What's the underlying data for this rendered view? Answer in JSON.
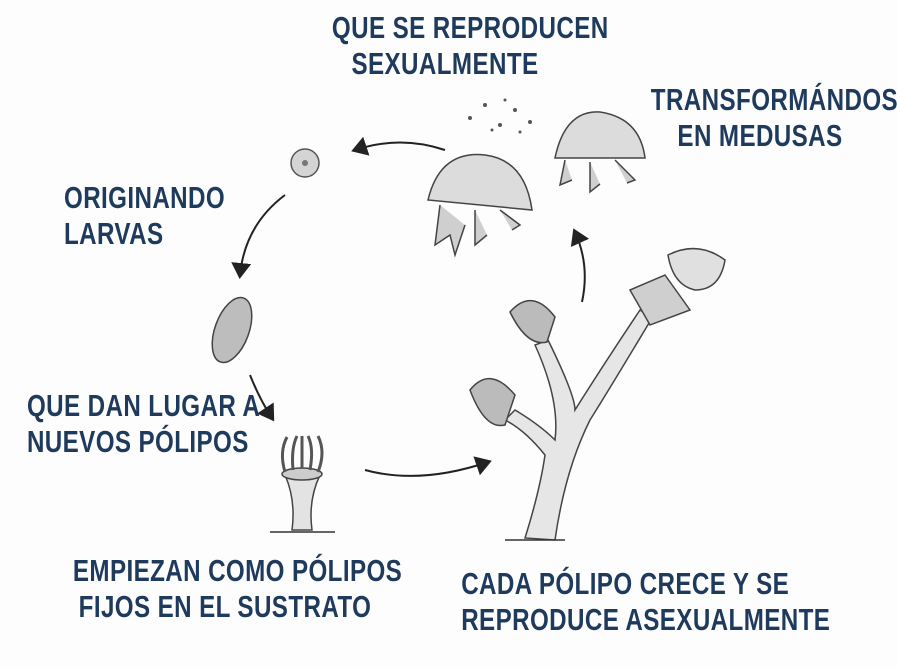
{
  "labels": {
    "sexual": [
      "QUE SE REPRODUCEN",
      "SEXUALMENTE"
    ],
    "medusas": [
      "TRANSFORMÁNDOSE",
      "EN MEDUSAS"
    ],
    "larvas": [
      "ORIGINANDO",
      "LARVAS"
    ],
    "nuevos": [
      "QUE DAN LUGAR A",
      "NUEVOS PÓLIPOS"
    ],
    "empiezan": [
      "EMPIEZAN COMO PÓLIPOS",
      "FIJOS EN EL SUSTRATO"
    ],
    "cada": [
      "CADA PÓLIPO CRECE Y SE",
      "REPRODUCE ASEXUALMENTE"
    ]
  },
  "colors": {
    "text": "#1e3a5c",
    "drawing": "#555555",
    "fill": "#d9d9d9"
  }
}
